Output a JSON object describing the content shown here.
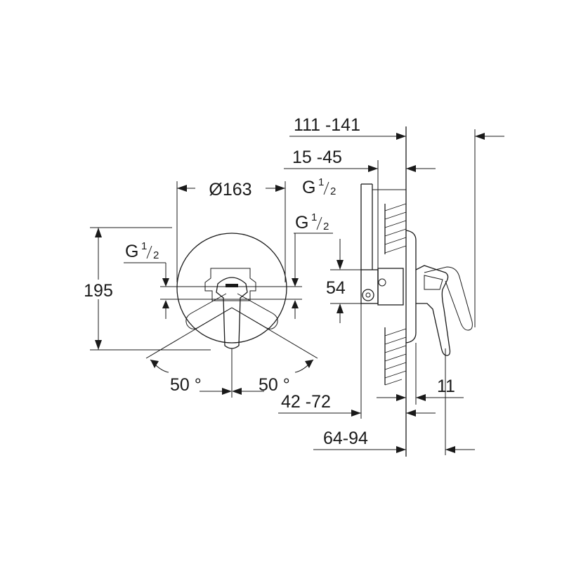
{
  "front_view": {
    "diameter": "Ø163",
    "height": "195",
    "connection_left": {
      "letter": "G",
      "num": "1",
      "den": "2"
    },
    "connection_right": {
      "letter": "G",
      "num": "1",
      "den": "2"
    },
    "angle_left": "50 °",
    "angle_right": "50 °"
  },
  "side_view": {
    "overall_depth": "111 -141",
    "body_depth": "15 -45",
    "connection_top": {
      "letter": "G",
      "num": "1",
      "den": "2"
    },
    "inlet_spacing": "54",
    "rough_in_depth": "42 -72",
    "projection": "64-94",
    "wall_plate": "11"
  }
}
